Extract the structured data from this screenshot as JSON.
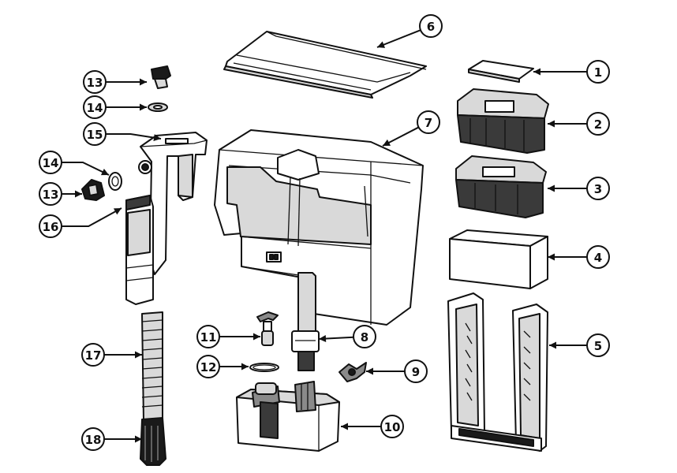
{
  "callouts": [
    {
      "id": "1",
      "label": "1"
    },
    {
      "id": "2",
      "label": "2"
    },
    {
      "id": "3",
      "label": "3"
    },
    {
      "id": "4",
      "label": "4"
    },
    {
      "id": "5",
      "label": "5"
    },
    {
      "id": "6",
      "label": "6"
    },
    {
      "id": "7",
      "label": "7"
    },
    {
      "id": "8",
      "label": "8"
    },
    {
      "id": "9",
      "label": "9"
    },
    {
      "id": "10",
      "label": "10"
    },
    {
      "id": "11",
      "label": "11"
    },
    {
      "id": "12",
      "label": "12"
    },
    {
      "id": "13a",
      "label": "13"
    },
    {
      "id": "14a",
      "label": "14"
    },
    {
      "id": "15",
      "label": "15"
    },
    {
      "id": "14b",
      "label": "14"
    },
    {
      "id": "13b",
      "label": "13"
    },
    {
      "id": "16",
      "label": "16"
    },
    {
      "id": "17",
      "label": "17"
    },
    {
      "id": "18",
      "label": "18"
    }
  ]
}
